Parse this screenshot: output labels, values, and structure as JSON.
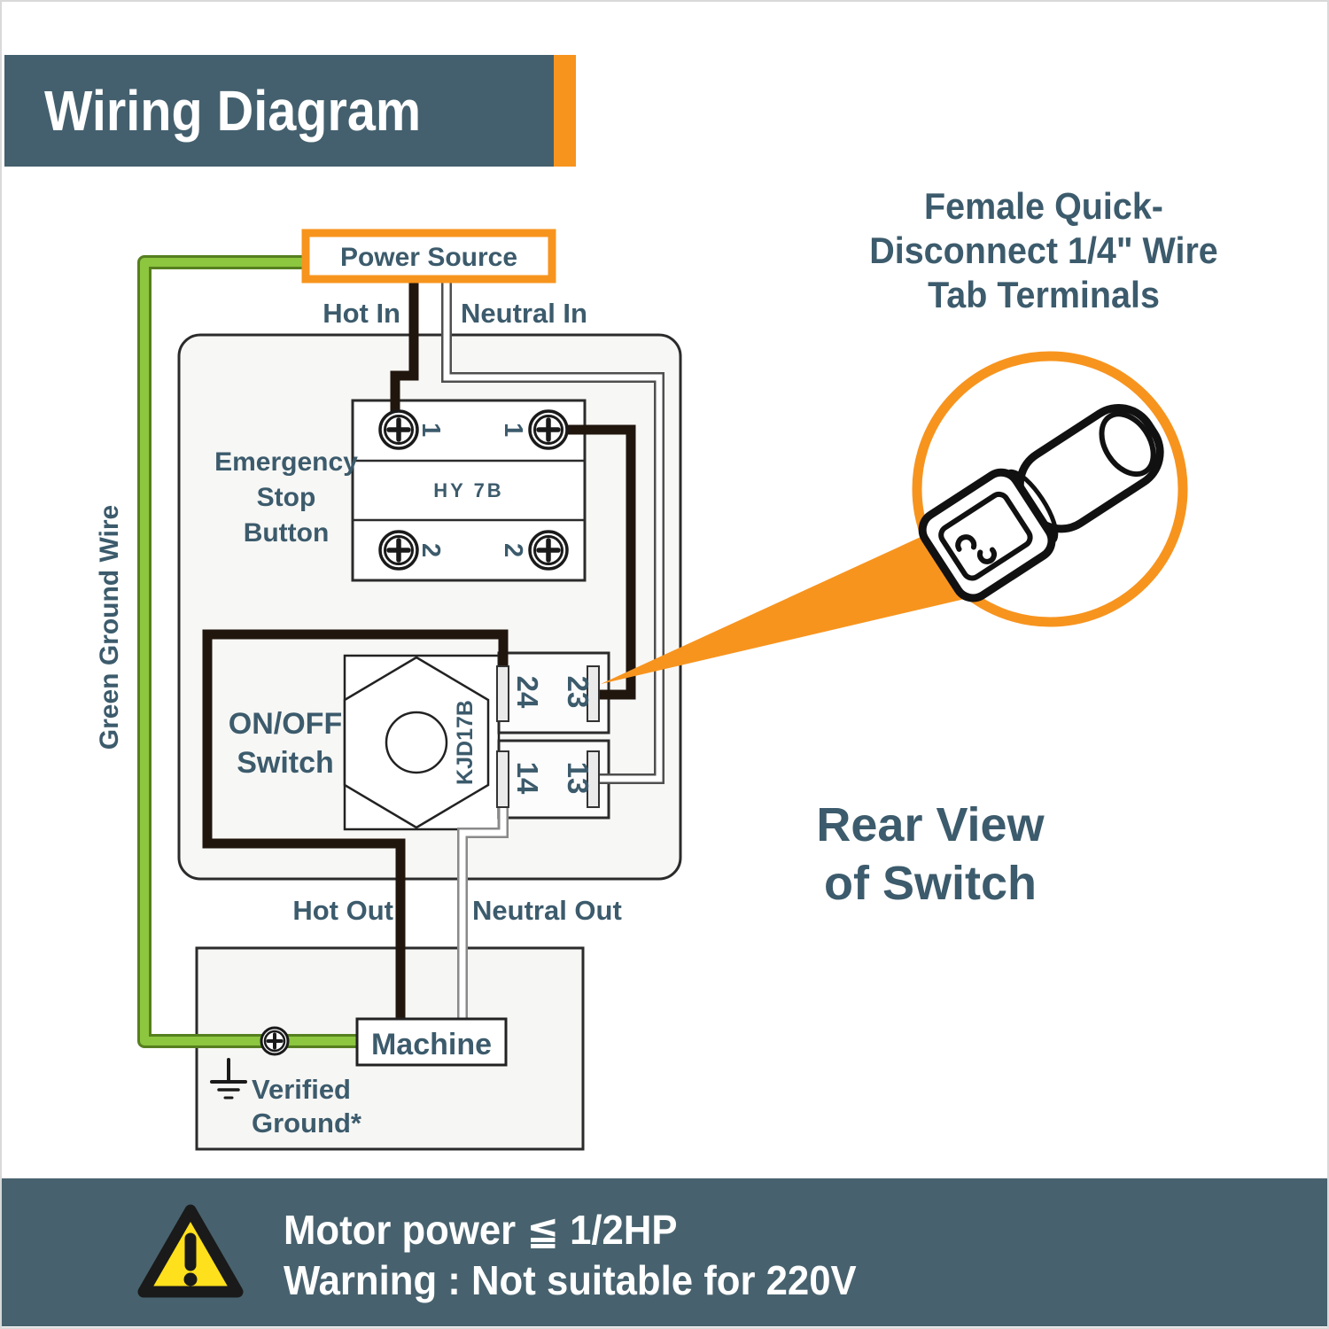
{
  "title_banner": {
    "text": "Wiring Diagram"
  },
  "callout": {
    "heading_lines": [
      "Female Quick-",
      "Disconnect  1/4\" Wire",
      "Tab Terminals"
    ],
    "rear_view_lines": [
      "Rear View",
      "of Switch"
    ]
  },
  "diagram": {
    "power_source": "Power Source",
    "hot_in": "Hot In",
    "neutral_in": "Neutral In",
    "emergency_label_lines": [
      "Emergency",
      "Stop",
      "Button"
    ],
    "emergency_model": "HY 7B",
    "screw_terminals": {
      "top_left": "1",
      "top_right": "1",
      "bottom_left": "2",
      "bottom_right": "2"
    },
    "onoff_label_lines": [
      "ON/OFF",
      "Switch"
    ],
    "switch_model": "KJD17B",
    "tabs": {
      "t24": "24",
      "t23": "23",
      "t14": "14",
      "t13": "13"
    },
    "hot_out": "Hot Out",
    "neutral_out": "Neutral Out",
    "machine": "Machine",
    "verified_ground_lines": [
      "Verified",
      "Ground*"
    ],
    "green_ground_wire": "Green Ground Wire"
  },
  "warning_banner": {
    "line1": "Motor power ≦ 1/2HP",
    "line2": "Warning : Not suitable for 220V",
    "icon": "warning-triangle"
  },
  "colors": {
    "banner_slate": "#47626e",
    "accent_orange": "#f7941e",
    "label_teal": "#3c5b6c",
    "ground_green": "#8dc63f",
    "hot_wire": "#21160e",
    "warning_yellow": "#ffe01c"
  }
}
